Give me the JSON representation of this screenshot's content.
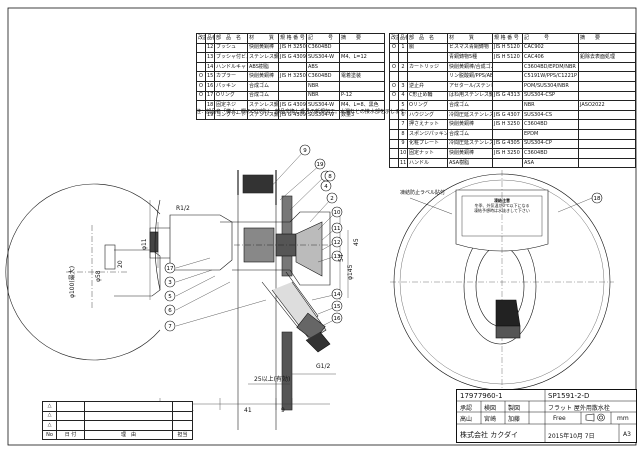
{
  "parts_left": {
    "headers": [
      "改訂",
      "品番",
      "部　品　名",
      "材　　　質",
      "規 格 番 号",
      "記　　　号",
      "摘　　要"
    ],
    "rows": [
      [
        "",
        "12",
        "ブッシュ",
        "快削黄銅棒",
        "JIS H 3250",
        "C3604BD",
        ""
      ],
      [
        "",
        "13",
        "ブッシャ付ビス",
        "ステンレス鋼線",
        "JIS G 4309",
        "SUS304-W",
        "M4、L=12"
      ],
      [
        "",
        "14",
        "ハンドルキャップ",
        "ABS樹脂",
        "",
        "ABS",
        ""
      ],
      [
        "O",
        "15",
        "カプラー",
        "快削黄銅棒",
        "JIS H 3250",
        "C3604BD",
        "電着塗装"
      ],
      [
        "O",
        "16",
        "パッキン",
        "合成ゴム",
        "",
        "NBR",
        ""
      ],
      [
        "O",
        "17",
        "Oリング",
        "合成ゴム",
        "",
        "NBR",
        "P-12"
      ],
      [
        "",
        "18",
        "固定ネジ",
        "ステンレス鋼線",
        "JIS G 4309",
        "SUS304-W",
        "M4、L=8、黒色"
      ],
      [
        "",
        "19",
        "コンクリートビス",
        "ステンレス鋼線",
        "JIS G 4309",
        "SUS304-W",
        "数量3"
      ]
    ]
  },
  "parts_right": {
    "headers": [
      "改訂",
      "品番",
      "部　品　名",
      "材　　　質",
      "規 格 番 号",
      "記　　　号",
      "摘　　要"
    ],
    "rows": [
      [
        "O",
        "1",
        "胴",
        "ビスマス青銅鋳物",
        "JIS H 5120",
        "CAC902",
        ""
      ],
      [
        "",
        "",
        "",
        "青銅鋳物5種",
        "JIS H 5120",
        "CAC406",
        "鉛除去表面処理"
      ],
      [
        "O",
        "2",
        "カートリッジ",
        "快削黄銅棒/合成ゴム",
        "",
        "C3604BD/EPDM/NBR",
        ""
      ],
      [
        "",
        "",
        "",
        "リン脱酸銅/PPS/ABS樹脂",
        "",
        "C5191W/PPS/C1221P",
        ""
      ],
      [
        "O",
        "3",
        "逆止弁",
        "アセタール/ステンレス鋼線",
        "",
        "POM/SUS304/NBR",
        ""
      ],
      [
        "O",
        "4",
        "C形止め輪",
        "はね用ステンレス鋼帯",
        "JIS G 4313",
        "SUS304-CSP",
        ""
      ],
      [
        "",
        "5",
        "Oリング",
        "合成ゴム",
        "",
        "NBR",
        "JASO2022"
      ],
      [
        "",
        "6",
        "ハウジング",
        "冷間圧延ステンレス鋼板",
        "JIS G 4307",
        "SUS304-CS",
        ""
      ],
      [
        "",
        "7",
        "押さえナット",
        "快削黄銅棒",
        "JIS H 3250",
        "C3604BD",
        ""
      ],
      [
        "",
        "8",
        "スポンジパッキン",
        "合成ゴム",
        "",
        "EPDM",
        ""
      ],
      [
        "",
        "9",
        "化粧プレート",
        "冷間圧延ステンレス鋼板",
        "JIS G 4305",
        "SUS304-CP",
        ""
      ],
      [
        "",
        "10",
        "固定ナット",
        "快削黄銅棒",
        "JIS H 3250",
        "C3604BD",
        ""
      ],
      [
        "",
        "11",
        "ハンドル",
        "ASA樹脂",
        "",
        "ASA",
        ""
      ]
    ]
  },
  "note": "注：部品名「樽水」欄のO印部は、部品交換し番号の新規加工。水漏れとの接水部を示します。",
  "balloons": [
    "9",
    "19",
    "1",
    "2",
    "10",
    "11",
    "12",
    "13",
    "14",
    "15",
    "16",
    "17",
    "3",
    "5",
    "6",
    "7",
    "4",
    "8",
    "18"
  ],
  "dimensions": {
    "thread_top": "R1/2",
    "d1": "φ11",
    "d2": "20",
    "d3": "φ58",
    "d4": "φ100(最大)",
    "d5": "45",
    "d6": "φ145",
    "d7": "54",
    "thread_bottom": "G1/2",
    "d8": "25以上(有効)",
    "d9": "34",
    "d10": "41",
    "d11": "9"
  },
  "callout_label": "凍結防止ラベル貼付",
  "label_text": [
    "凍結注意",
    "冬季、外気温が0℃以下になる",
    "凍結予想時は水抜きして下さい"
  ],
  "title_block": {
    "drawing_no": "17977960-1",
    "model": "SP1591-2-D",
    "product": "フラット 屋外用散水栓",
    "roles": [
      "承認",
      "検図",
      "製図"
    ],
    "names": [
      "高山",
      "宮崎",
      "加藤"
    ],
    "scale": "Free",
    "unit": "mm",
    "company": "株式会社 カクダイ",
    "date": "2015年10月 7日",
    "sheet": "A3"
  },
  "revision_block": {
    "headers": [
      "No",
      "日 付",
      "理　由",
      "担当"
    ],
    "marks": [
      "△",
      "△",
      "△"
    ]
  }
}
